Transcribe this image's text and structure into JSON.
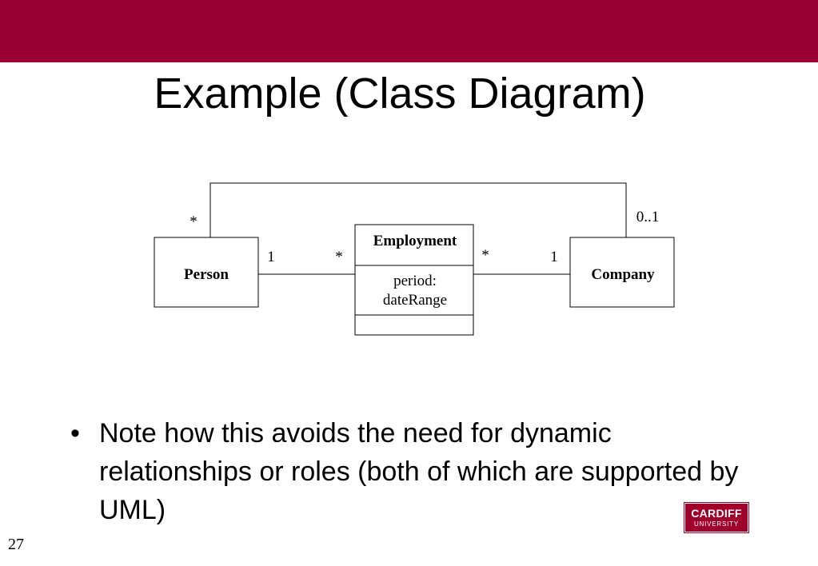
{
  "slide": {
    "title": "Example (Class Diagram)",
    "page_number": "27",
    "bullet_symbol": "•",
    "bullet_text": "Note how this avoids the need for dynamic relationships or roles (both of which are supported by UML)",
    "brand_color": "#990033"
  },
  "diagram": {
    "person_class": "Person",
    "company_class": "Company",
    "employment_class": "Employment",
    "employment_attribute_line1": "period:",
    "employment_attribute_line2": "dateRange",
    "mult_person_top": "*",
    "mult_company_top": "0..1",
    "mult_person_left": "1",
    "mult_employment_left": "*",
    "mult_employment_right": "*",
    "mult_company_right": "1"
  },
  "logo": {
    "line1": "CARDIFF",
    "line2": "UNIVERSITY"
  }
}
